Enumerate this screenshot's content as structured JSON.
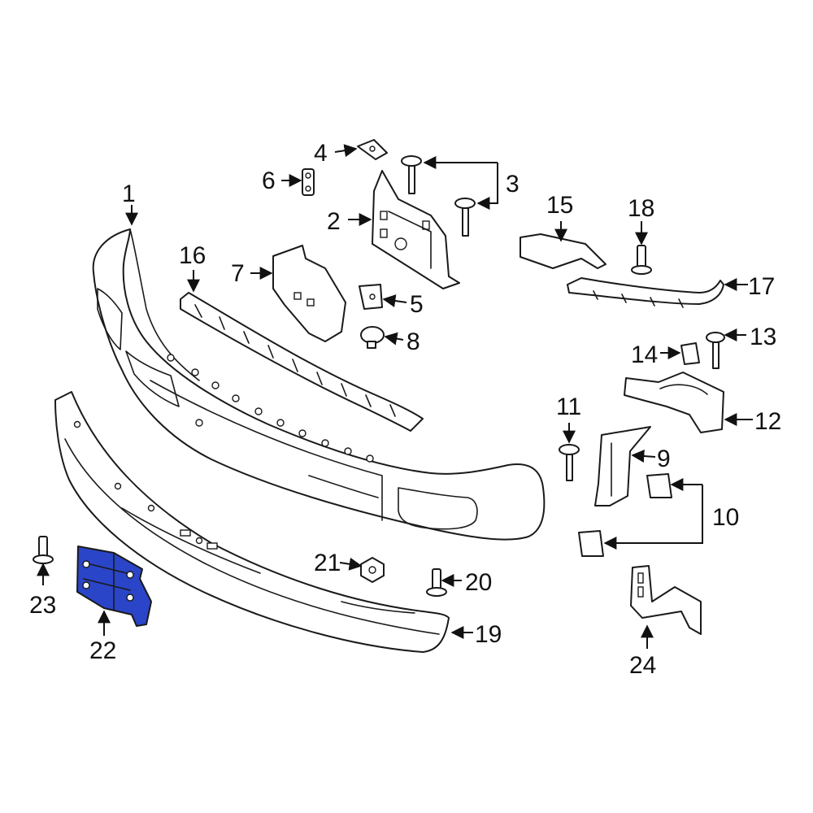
{
  "diagram": {
    "highlight_color": "#2a45c8",
    "highlighted_part": "22",
    "callouts": [
      "1",
      "2",
      "3",
      "4",
      "5",
      "6",
      "7",
      "8",
      "9",
      "10",
      "11",
      "12",
      "13",
      "14",
      "15",
      "16",
      "17",
      "18",
      "19",
      "20",
      "21",
      "22",
      "23",
      "24"
    ]
  }
}
